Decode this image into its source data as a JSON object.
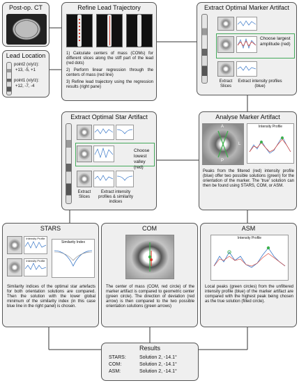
{
  "postop": {
    "title": "Post-op. CT"
  },
  "lead_location": {
    "title": "Lead Location",
    "point2": "point2 (x/y/z):",
    "point2_vals": "+13, -5, +1",
    "point1": "point1 (x/y/z):",
    "point1_vals": "+12, -7, -4"
  },
  "refine": {
    "title": "Refine Lead Trajectory",
    "step1": "1) Calculate centers of mass (COMs) for different slices along the stiff part of the lead (red dots)",
    "step2": "2) Perform linear regression through the centers of mass (red line)",
    "step3": "3) Refine lead trajectory using the regression results (right pane)"
  },
  "marker_artifact": {
    "title": "Extract Optimal Marker Artifact",
    "choose": "Choose largest amplitude (red)",
    "slices_label": "Extract Slices",
    "profiles_label": "Extract intensity profiles (blue)"
  },
  "star_artifact": {
    "title": "Extract Optimal Star Artifact",
    "choose": "Choose lowest valley (red)",
    "slices_label": "Extract Slices",
    "profiles_label": "Extract intensity profiles & similarity indices"
  },
  "analyse": {
    "title": "Analyse Marker Artifact",
    "plot_title": "Intensity Profile",
    "label_a": "A",
    "label_p": "P",
    "label_l": "L",
    "text": "Peaks from the filtered (red) intensity profile (blue) offer two possible solutions (green) for the orientation of the marker. The 'true' solution can then be found using STARS, COM, or ASM."
  },
  "stars": {
    "title": "STARS",
    "mini_plot": "Intensity Profile",
    "sim_title": "Similarity Index",
    "text": "Similarity indices of the optimal star artefacts for both orientation solutions are compared. Then the solution with the lower global minimum of the similarity index (in this case blue line in the right panel) is chosen."
  },
  "com": {
    "title": "COM",
    "text": "The center of mass (COM, red circle) of the marker artifact is compared to geometric center (green circle). The direction of deviation (red arrow) is then compared to the two possible orientation solutions (green arrows)"
  },
  "asm": {
    "title": "ASM",
    "plot_title": "Intensity Profile",
    "text": "Local peaks (green circles) from the unfiltered intensity profile (blue) of the marker artifact are compared with the highest peak being chosen as the true solution (filled circle)."
  },
  "results": {
    "title": "Results",
    "rows": [
      {
        "method": "STARS:",
        "value": "Solution 2, -14.1°"
      },
      {
        "method": "COM:",
        "value": "Solution 2, -14.1°"
      },
      {
        "method": "ASM:",
        "value": "Solution 2, -14.1°"
      }
    ]
  },
  "colors": {
    "box_bg": "#efefef",
    "highlight": "#43a85a",
    "profile_blue": "#3a78c8",
    "filtered_red": "#d93a2b",
    "peak_green": "#3cb04a"
  }
}
